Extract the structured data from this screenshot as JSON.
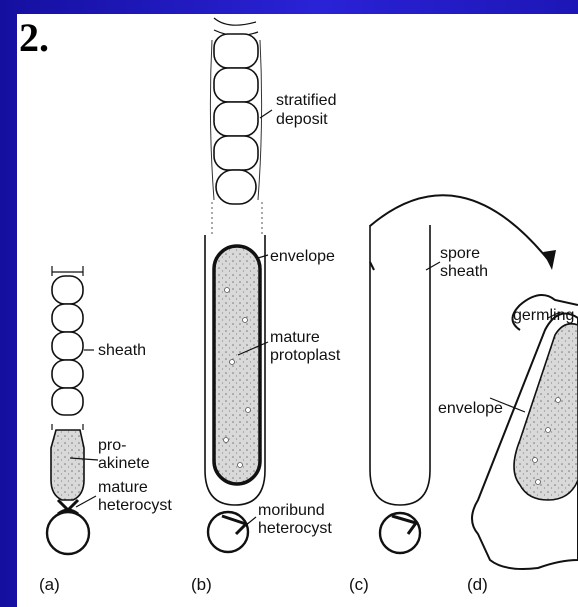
{
  "slide": {
    "number": "2."
  },
  "figure": {
    "labels": {
      "stratified_deposit": [
        "stratified",
        "deposit"
      ],
      "sheath": "sheath",
      "envelope_b": "envelope",
      "mature_protoplast": [
        "mature",
        "protoplast"
      ],
      "pro_akinete": [
        "pro-",
        "akinete"
      ],
      "mature_heterocyst": [
        "mature",
        "heterocyst"
      ],
      "moribund_heterocyst": [
        "moribund",
        "heterocyst"
      ],
      "spore_sheath": [
        "spore",
        "sheath"
      ],
      "germling": "germling",
      "envelope_d": "envelope"
    },
    "panels": [
      "(a)",
      "(b)",
      "(c)",
      "(d)"
    ]
  },
  "colors": {
    "background": "#1a14b8",
    "panel": "#ffffff",
    "granule_fill": "#d9d9d9"
  }
}
